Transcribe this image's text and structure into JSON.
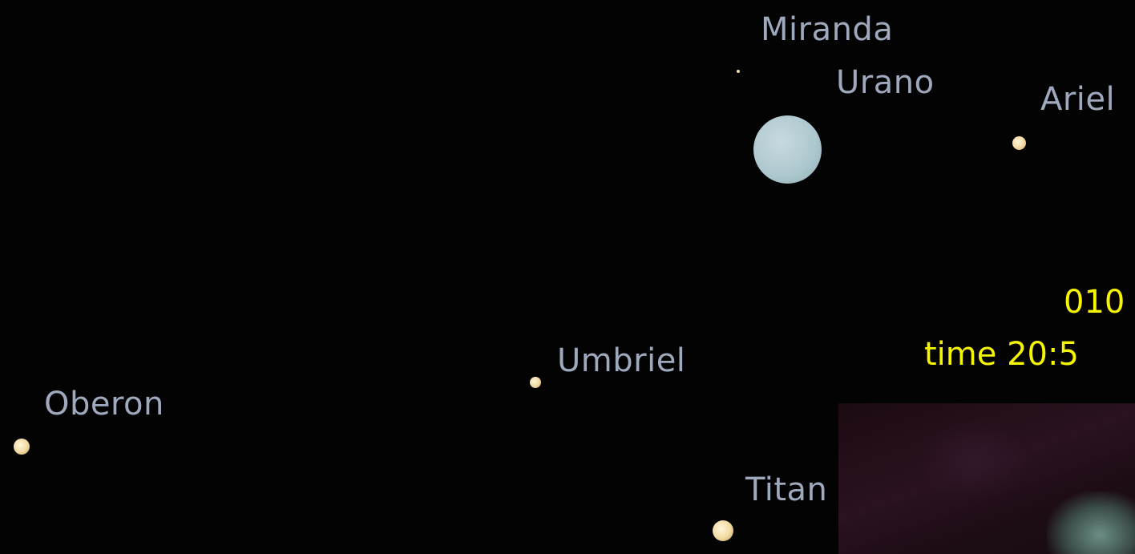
{
  "moons": [
    {
      "name": "Miranda"
    },
    {
      "name": "Ariel"
    },
    {
      "name": "Umbriel"
    },
    {
      "name": "Oberon"
    },
    {
      "name": "Titan"
    }
  ],
  "planet": {
    "name": "Urano"
  },
  "overlay": {
    "line1": "010",
    "line2": "time 20:5"
  },
  "colors": {
    "background": "#030303",
    "label": "#9fa9bd",
    "overlay": "#f5f500",
    "planet": "#adc7ce",
    "moon": "#f2d9a0"
  }
}
